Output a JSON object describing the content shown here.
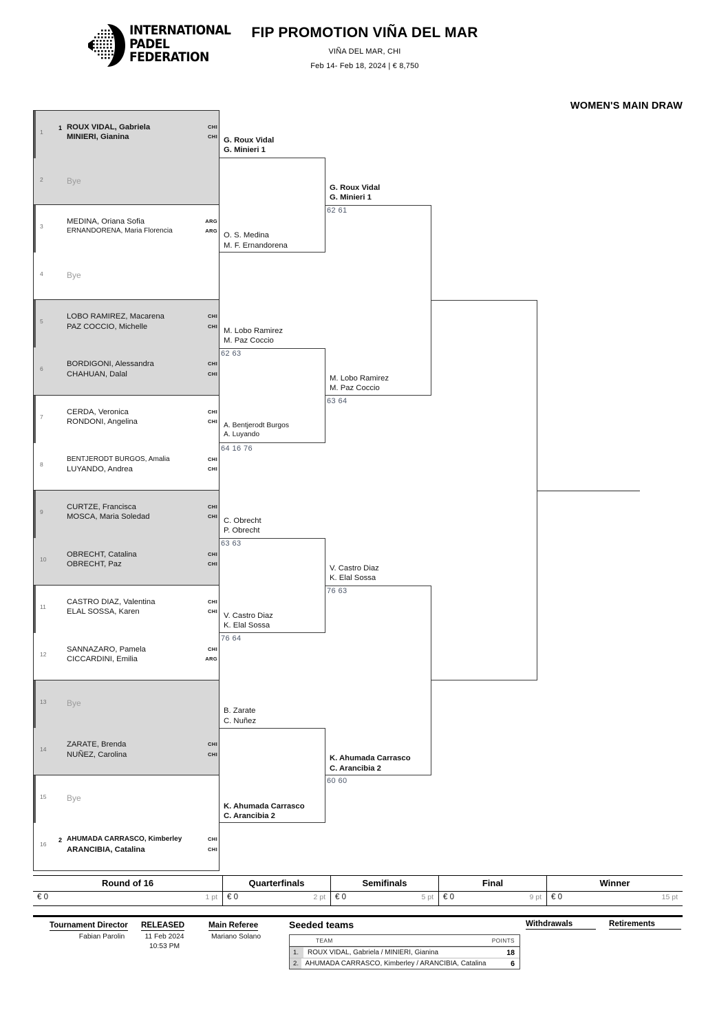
{
  "header": {
    "logo": {
      "icon": "ipf-padel-racket-logo",
      "lines": [
        "INTERNATIONAL",
        "PADEL",
        "FEDERATION"
      ]
    },
    "title": "FIP PROMOTION VIÑA DEL MAR",
    "city": "VIÑA DEL MAR, CHI",
    "dates": "Feb 14- Feb 18, 2024  |  € 8,750",
    "draw_title": "WOMEN'S MAIN DRAW"
  },
  "round_of_16": [
    {
      "index": "1",
      "seed": "1",
      "bold": true,
      "bye": false,
      "p1": "ROUX VIDAL, Gabriela",
      "p2": "MINIERI, Gianina",
      "c1": "CHI",
      "c2": "CHI",
      "small2": false
    },
    {
      "index": "2",
      "seed": "",
      "bold": false,
      "bye": true,
      "bye_label": "Bye"
    },
    {
      "index": "3",
      "seed": "",
      "bold": false,
      "bye": false,
      "p1": "MEDINA, Oriana Sofia",
      "p2": "ERNANDORENA, Maria Florencia",
      "c1": "ARG",
      "c2": "ARG",
      "small2": true
    },
    {
      "index": "4",
      "seed": "",
      "bold": false,
      "bye": true,
      "bye_label": "Bye"
    },
    {
      "index": "5",
      "seed": "",
      "bold": false,
      "bye": false,
      "p1": "LOBO RAMIREZ, Macarena",
      "p2": "PAZ COCCIO, Michelle",
      "c1": "CHI",
      "c2": "CHI",
      "small2": false
    },
    {
      "index": "6",
      "seed": "",
      "bold": false,
      "bye": false,
      "p1": "BORDIGONI, Alessandra",
      "p2": "CHAHUAN, Dalal",
      "c1": "CHI",
      "c2": "CHI",
      "small2": false
    },
    {
      "index": "7",
      "seed": "",
      "bold": false,
      "bye": false,
      "p1": "CERDA, Veronica",
      "p2": "RONDONI, Angelina",
      "c1": "CHI",
      "c2": "CHI",
      "small2": false
    },
    {
      "index": "8",
      "seed": "",
      "bold": false,
      "bye": false,
      "p1": "BENTJERODT BURGOS, Amalia",
      "p2": "LUYANDO, Andrea",
      "c1": "CHI",
      "c2": "CHI",
      "small1": true,
      "small2": false
    },
    {
      "index": "9",
      "seed": "",
      "bold": false,
      "bye": false,
      "p1": "CURTZE, Francisca",
      "p2": "MOSCA, Maria Soledad",
      "c1": "CHI",
      "c2": "CHI",
      "small2": false
    },
    {
      "index": "10",
      "seed": "",
      "bold": false,
      "bye": false,
      "p1": "OBRECHT, Catalina",
      "p2": "OBRECHT, Paz",
      "c1": "CHI",
      "c2": "CHI",
      "small2": false
    },
    {
      "index": "11",
      "seed": "",
      "bold": false,
      "bye": false,
      "p1": "CASTRO DIAZ, Valentina",
      "p2": "ELAL SOSSA, Karen",
      "c1": "CHI",
      "c2": "CHI",
      "small2": false
    },
    {
      "index": "12",
      "seed": "",
      "bold": false,
      "bye": false,
      "p1": "SANNAZARO, Pamela",
      "p2": "CICCARDINI, Emilia",
      "c1": "CHI",
      "c2": "ARG",
      "small2": false
    },
    {
      "index": "13",
      "seed": "",
      "bold": false,
      "bye": true,
      "bye_label": "Bye"
    },
    {
      "index": "14",
      "seed": "",
      "bold": false,
      "bye": false,
      "p1": "ZARATE, Brenda",
      "p2": "NUÑEZ, Carolina",
      "c1": "CHI",
      "c2": "CHI",
      "small2": false
    },
    {
      "index": "15",
      "seed": "",
      "bold": false,
      "bye": true,
      "bye_label": "Bye"
    },
    {
      "index": "16",
      "seed": "2",
      "bold": true,
      "bye": false,
      "p1": "AHUMADA CARRASCO, Kimberley",
      "p2": "ARANCIBIA, Catalina",
      "c1": "CHI",
      "c2": "CHI",
      "small1": true,
      "small2": false
    }
  ],
  "quarterfinals": [
    {
      "p1": "G. Roux Vidal",
      "p2": "G. Minieri",
      "seed": "1",
      "bold": true,
      "score": ""
    },
    {
      "p1": "O. S. Medina",
      "p2": "M. F. Ernandorena",
      "seed": "",
      "bold": false,
      "score": ""
    },
    {
      "p1": "M. Lobo Ramirez",
      "p2": "M. Paz Coccio",
      "seed": "",
      "bold": false,
      "score": "62 63"
    },
    {
      "p1": "A. Bentjerodt Burgos",
      "p2": "A. Luyando",
      "seed": "",
      "bold": false,
      "small": true,
      "score": "64 16 76"
    },
    {
      "p1": "C. Obrecht",
      "p2": "P. Obrecht",
      "seed": "",
      "bold": false,
      "score": "63 63"
    },
    {
      "p1": "V. Castro Diaz",
      "p2": "K. Elal Sossa",
      "seed": "",
      "bold": false,
      "score": "76 64"
    },
    {
      "p1": "B. Zarate",
      "p2": "C. Nuñez",
      "seed": "",
      "bold": false,
      "score": ""
    },
    {
      "p1": "K. Ahumada Carrasco",
      "p2": "C. Arancibia",
      "seed": "2",
      "bold": true,
      "score": ""
    }
  ],
  "semifinals": [
    {
      "p1": "G. Roux Vidal",
      "p2": "G. Minieri",
      "seed": "1",
      "bold": true,
      "score": "62 61"
    },
    {
      "p1": "M. Lobo Ramirez",
      "p2": "M. Paz Coccio",
      "seed": "",
      "bold": false,
      "score": "63 64"
    },
    {
      "p1": "V. Castro Diaz",
      "p2": "K. Elal Sossa",
      "seed": "",
      "bold": false,
      "score": "76 63"
    },
    {
      "p1": "K. Ahumada Carrasco",
      "p2": "C. Arancibia",
      "seed": "2",
      "bold": true,
      "score": "60 60"
    }
  ],
  "final_round": [
    {
      "p1": "",
      "p2": "",
      "seed": "",
      "score": ""
    },
    {
      "p1": "",
      "p2": "",
      "seed": "",
      "score": ""
    }
  ],
  "winner_round": [
    {
      "p1": "",
      "p2": "",
      "seed": "",
      "score": ""
    }
  ],
  "points_table": {
    "columns": [
      {
        "label": "Round of 16",
        "prize": "€ 0",
        "points": "1 pt"
      },
      {
        "label": "Quarterfinals",
        "prize": "€ 0",
        "points": "2 pt"
      },
      {
        "label": "Semifinals",
        "prize": "€ 0",
        "points": "5 pt"
      },
      {
        "label": "Final",
        "prize": "€ 0",
        "points": "9 pt"
      },
      {
        "label": "Winner",
        "prize": "€ 0",
        "points": "15 pt"
      }
    ]
  },
  "footer": {
    "tournament_director_label": "Tournament Director",
    "tournament_director_value": "Fabian Parolin",
    "released_label": "RELEASED",
    "released_date": "11 Feb 2024",
    "released_time": "10:53 PM",
    "main_referee_label": "Main Referee",
    "main_referee_value": "Mariano Solano",
    "seeded_title": "Seeded teams",
    "seeded_head_team": "TEAM",
    "seeded_head_points": "POINTS",
    "seeded": [
      {
        "num": "1.",
        "team": "ROUX VIDAL, Gabriela / MINIERI, Gianina",
        "points": "18"
      },
      {
        "num": "2.",
        "team": "AHUMADA CARRASCO, Kimberley / ARANCIBIA, Catalina",
        "points": "6"
      }
    ],
    "withdrawals_label": "Withdrawals",
    "retirements_label": "Retirements"
  },
  "colors": {
    "shade": "#d8d8d8",
    "score": "#4a5568",
    "muted": "#9b9b9b",
    "line": "#2b2b2b"
  }
}
